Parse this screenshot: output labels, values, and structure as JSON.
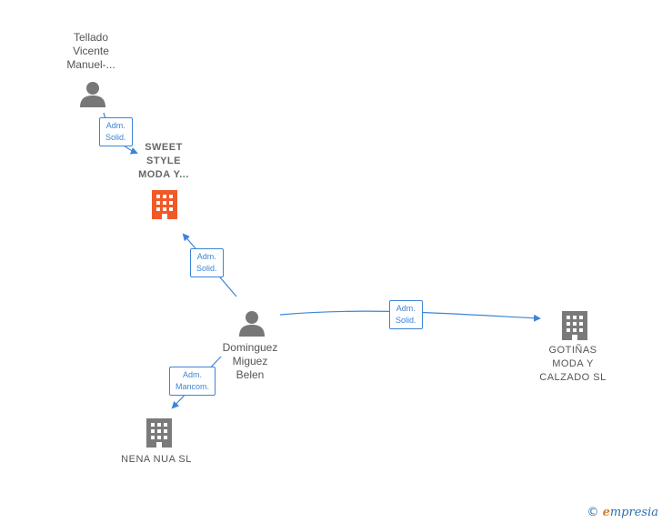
{
  "nodes": {
    "tellado": {
      "label": "Tellado\nVicente\nManuel-...",
      "type": "person"
    },
    "sweet": {
      "label": "SWEET\nSTYLE\nMODA Y...",
      "type": "company",
      "highlight": true
    },
    "dominguez": {
      "label": "Dominguez\nMiguez\nBelen",
      "type": "person"
    },
    "gotinas": {
      "label": "GOTIÑAS\nMODA Y\nCALZADO  SL",
      "type": "company"
    },
    "nena": {
      "label": "NENA NUA  SL",
      "type": "company"
    }
  },
  "edges": {
    "tellado_sweet": "Adm.\nSolid.",
    "dominguez_sweet": "Adm.\nSolid.",
    "dominguez_gotinas": "Adm.\nSolid.",
    "dominguez_nena": "Adm.\nMancom."
  },
  "colors": {
    "edge": "#3d85d6",
    "person": "#777777",
    "company": "#7a7a7a",
    "highlight": "#f05a28"
  },
  "brand": {
    "copyright": "©",
    "name": "mpresia",
    "initial": "e"
  }
}
